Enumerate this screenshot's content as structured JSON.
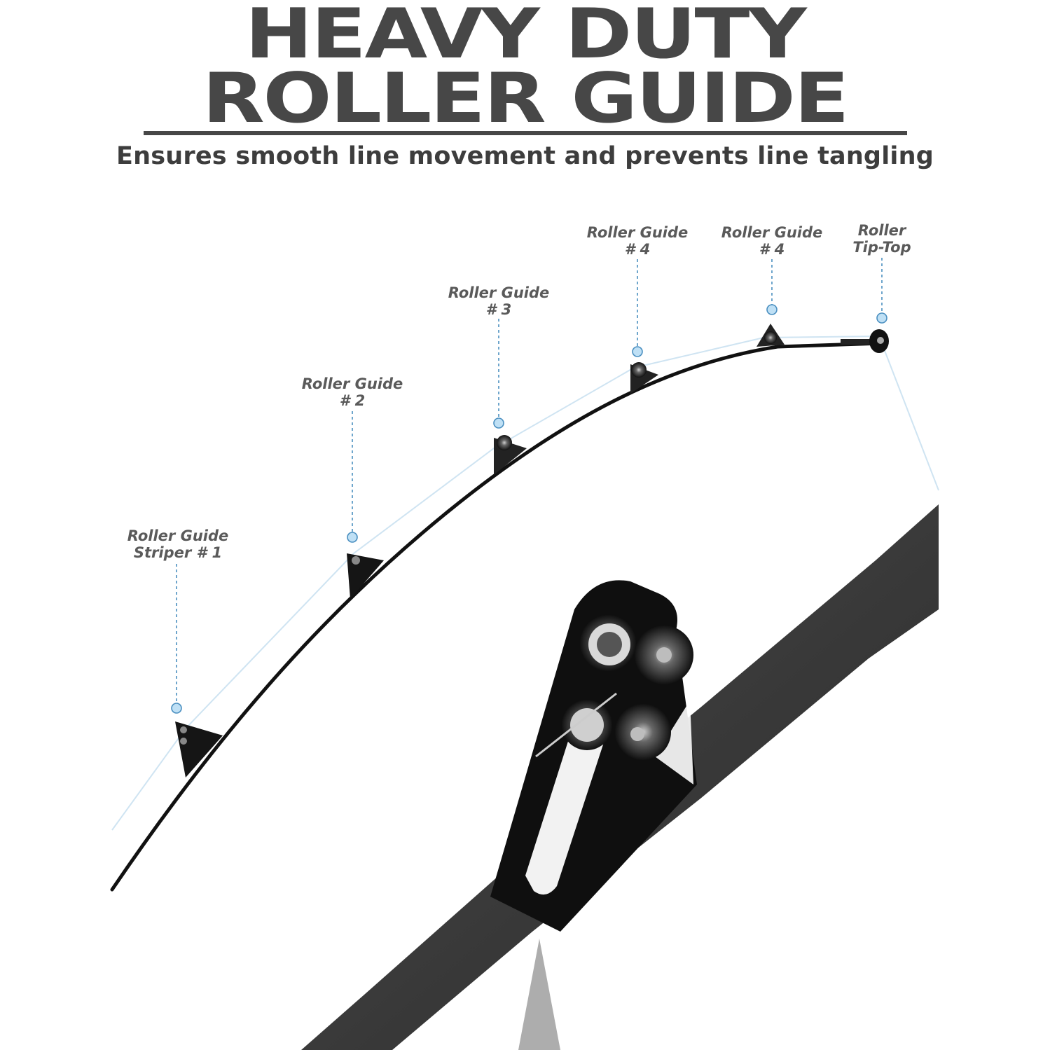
{
  "headline": {
    "line1": "HEAVY DUTY",
    "line2": "ROLLER GUIDE",
    "subtitle": "Ensures smooth line movement and prevents line tangling"
  },
  "guides": [
    {
      "line1": "Roller Guide",
      "line2": "Striper # 1"
    },
    {
      "line1": "Roller Guide",
      "line2": "# 2"
    },
    {
      "line1": "Roller Guide",
      "line2": "# 3"
    },
    {
      "line1": "Roller Guide",
      "line2": "# 4"
    },
    {
      "line1": "Roller Guide",
      "line2": "# 4"
    },
    {
      "line1": "Roller",
      "line2": "Tip-Top"
    }
  ],
  "colors": {
    "headline": "#474747",
    "label": "#5a5a5a",
    "callout": "#4a8fc0",
    "callout_fill": "#bfe0f5",
    "rod": "#111111",
    "line": "#cfe4f2",
    "handle": "#4a4a4a"
  },
  "icons": {
    "marker": "callout-dot-icon",
    "guide": "roller-guide-icon"
  }
}
